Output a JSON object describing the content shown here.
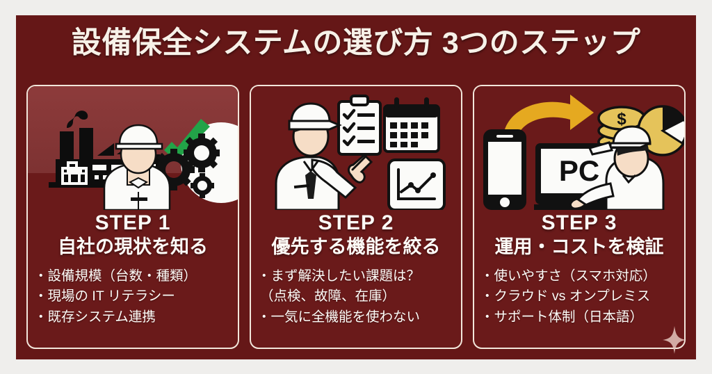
{
  "page": {
    "outer_background": "#efeeec",
    "frame_background": "#651717",
    "card_background": "#6a1a1a",
    "border_color": "#f2e6db",
    "text_color": "#fdfbf7",
    "accent_green": "#22a348",
    "accent_gold": "#e5a920"
  },
  "headline": {
    "text": "設備保全システムの選び方 3つのステップ"
  },
  "cards": [
    {
      "illustration": "factory-worker-gears-check",
      "step_label": "STEP 1",
      "step_title": "自社の現状を知る",
      "bullets": [
        "・設備規模（台数・種類）",
        "・現場の IT リテラシー",
        "・既存システム連携"
      ]
    },
    {
      "illustration": "engineer-checklist-calendar-chart",
      "step_label": "STEP 2",
      "step_title": "優先する機能を絞る",
      "bullets": [
        "・まず解決したい課題は？",
        "（点検、故障、在庫）",
        "・一気に全機能を使わない"
      ]
    },
    {
      "illustration": "smartphone-pc-coins-piechart",
      "step_label": "STEP 3",
      "step_title": "運用・コストを検証",
      "bullets": [
        "・使いやすさ（スマホ対応）",
        "・クラウド vs オンプレミス",
        "・サポート体制（日本語）"
      ]
    }
  ],
  "decoration": {
    "sparkle": "sparkle-diamond"
  },
  "monitor_label": "PC",
  "coin_symbol": "$"
}
